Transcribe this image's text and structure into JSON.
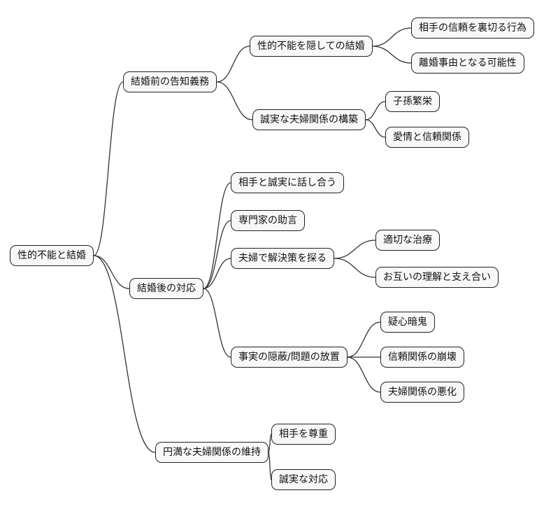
{
  "style": {
    "background": "#ffffff",
    "node_fill": "#f8f8f8",
    "node_border": "#222222",
    "connector_color": "#333333"
  },
  "tree": {
    "label": "性的不能と結婚",
    "children": [
      {
        "label": "結婚前の告知義務",
        "children": [
          {
            "label": "性的不能を隠しての結婚",
            "children": [
              {
                "label": "相手の信頼を裏切る行為"
              },
              {
                "label": "離婚事由となる可能性"
              }
            ]
          },
          {
            "label": "誠実な夫婦関係の構築",
            "children": [
              {
                "label": "子孫繁栄"
              },
              {
                "label": "愛情と信頼関係"
              }
            ]
          }
        ]
      },
      {
        "label": "結婚後の対応",
        "children": [
          {
            "label": "相手と誠実に話し合う"
          },
          {
            "label": "専門家の助言"
          },
          {
            "label": "夫婦で解決策を探る",
            "children": [
              {
                "label": "適切な治療"
              },
              {
                "label": "お互いの理解と支え合い"
              }
            ]
          },
          {
            "label": "事実の隠蔽/問題の放置",
            "children": [
              {
                "label": "疑心暗鬼"
              },
              {
                "label": "信頼関係の崩壊"
              },
              {
                "label": "夫婦関係の悪化"
              }
            ]
          }
        ]
      },
      {
        "label": "円満な夫婦関係の維持",
        "children": [
          {
            "label": "相手を尊重"
          },
          {
            "label": "誠実な対応"
          }
        ]
      }
    ]
  }
}
